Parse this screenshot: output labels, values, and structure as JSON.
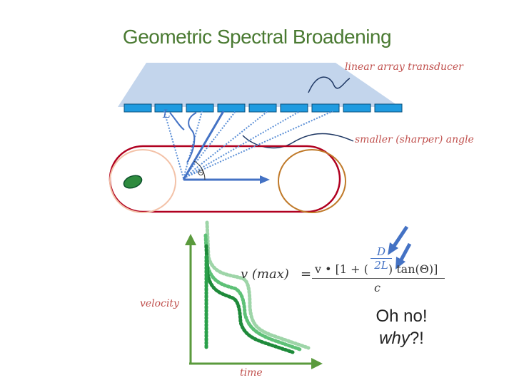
{
  "title": "Geometric Spectral Broadening",
  "labels": {
    "transducer": "linear array transducer",
    "angle": "smaller (sharper) angle",
    "velocity": "velocity",
    "time": "time",
    "element_length": "L",
    "theta": "Θ"
  },
  "formula": {
    "lhs": "v (max)",
    "equals": "=",
    "numerator": "v • [1 + (",
    "frac_top": "D",
    "frac_bottom": "2L",
    "numerator_tail": ") tan(Θ)]",
    "denominator": "c"
  },
  "exclamation": {
    "line1": "Oh no!",
    "line2_italic": "why",
    "line2_rest": "?!"
  },
  "colors": {
    "title": "#4a7a32",
    "label_red": "#c0504d",
    "transducer_blue": "#1f9be0",
    "arrow_blue": "#4472c4",
    "vessel_red": "#b00020",
    "axis_green": "#5a9a3c"
  }
}
